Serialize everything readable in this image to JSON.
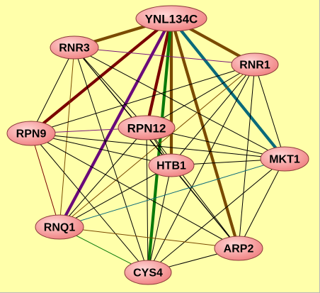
{
  "graph": {
    "background": "#ffffaa",
    "node_fill_light": "#ffd6d6",
    "node_fill_dark": "#f08080",
    "nodes": [
      {
        "id": "YNL134C",
        "label": "YNL134C"
      },
      {
        "id": "RNR3",
        "label": "RNR3"
      },
      {
        "id": "RNR1",
        "label": "RNR1"
      },
      {
        "id": "RPN9",
        "label": "RPN9"
      },
      {
        "id": "RPN12",
        "label": "RPN12"
      },
      {
        "id": "HTB1",
        "label": "HTB1"
      },
      {
        "id": "MKT1",
        "label": "MKT1"
      },
      {
        "id": "RNQ1",
        "label": "RNQ1"
      },
      {
        "id": "ARP2",
        "label": "ARP2"
      },
      {
        "id": "CYS4",
        "label": "CYS4"
      }
    ],
    "edges": [
      {
        "source": "YNL134C",
        "target": "RNR3",
        "color": "#7a4a00",
        "weight": "thick"
      },
      {
        "source": "YNL134C",
        "target": "RNR1",
        "color": "#7a4a00",
        "weight": "thick"
      },
      {
        "source": "YNL134C",
        "target": "RPN9",
        "color": "#7a0000",
        "weight": "thick"
      },
      {
        "source": "YNL134C",
        "target": "RNQ1",
        "color": "#6a0a7a",
        "weight": "thick"
      },
      {
        "source": "YNL134C",
        "target": "RPN12",
        "color": "#7a0000",
        "weight": "thick"
      },
      {
        "source": "YNL134C",
        "target": "HTB1",
        "color": "#7a4a00",
        "weight": "thick"
      },
      {
        "source": "YNL134C",
        "target": "CYS4",
        "color": "#0a7a0a",
        "weight": "thick"
      },
      {
        "source": "YNL134C",
        "target": "MKT1",
        "color": "#0a6a7a",
        "weight": "thick"
      },
      {
        "source": "YNL134C",
        "target": "ARP2",
        "color": "#7a4a00",
        "weight": "thick"
      },
      {
        "source": "RNR3",
        "target": "RNR1",
        "color": "#7a1a7a",
        "weight": "thin"
      },
      {
        "source": "RNR3",
        "target": "RPN9",
        "color": "#000000",
        "weight": "thin"
      },
      {
        "source": "RNR3",
        "target": "RNQ1",
        "color": "#7a4a00",
        "weight": "thin"
      },
      {
        "source": "RNR3",
        "target": "CYS4",
        "color": "#000000",
        "weight": "thin"
      },
      {
        "source": "RNR3",
        "target": "RPN12",
        "color": "#000000",
        "weight": "thin"
      },
      {
        "source": "RNR3",
        "target": "HTB1",
        "color": "#000000",
        "weight": "thin"
      },
      {
        "source": "RNR3",
        "target": "MKT1",
        "color": "#000000",
        "weight": "thin"
      },
      {
        "source": "RNR3",
        "target": "ARP2",
        "color": "#000000",
        "weight": "thin"
      },
      {
        "source": "RNR1",
        "target": "RPN9",
        "color": "#000000",
        "weight": "thin"
      },
      {
        "source": "RNR1",
        "target": "RPN12",
        "color": "#000000",
        "weight": "thin"
      },
      {
        "source": "RNR1",
        "target": "HTB1",
        "color": "#000000",
        "weight": "thin"
      },
      {
        "source": "RNR1",
        "target": "MKT1",
        "color": "#000000",
        "weight": "thin"
      },
      {
        "source": "RNR1",
        "target": "RNQ1",
        "color": "#7a4a00",
        "weight": "thin"
      },
      {
        "source": "RNR1",
        "target": "ARP2",
        "color": "#000000",
        "weight": "thin"
      },
      {
        "source": "RNR1",
        "target": "CYS4",
        "color": "#000000",
        "weight": "thin"
      },
      {
        "source": "RPN9",
        "target": "RPN12",
        "color": "#7a1a7a",
        "weight": "thin"
      },
      {
        "source": "RPN9",
        "target": "HTB1",
        "color": "#000000",
        "weight": "thin"
      },
      {
        "source": "RPN9",
        "target": "MKT1",
        "color": "#000000",
        "weight": "thin"
      },
      {
        "source": "RPN9",
        "target": "RNQ1",
        "color": "#7a0000",
        "weight": "thin"
      },
      {
        "source": "RPN9",
        "target": "ARP2",
        "color": "#000000",
        "weight": "thin"
      },
      {
        "source": "RPN9",
        "target": "CYS4",
        "color": "#000000",
        "weight": "thin"
      },
      {
        "source": "RPN12",
        "target": "HTB1",
        "color": "#000000",
        "weight": "thin"
      },
      {
        "source": "RPN12",
        "target": "MKT1",
        "color": "#000000",
        "weight": "thin"
      },
      {
        "source": "RPN12",
        "target": "RNQ1",
        "color": "#000000",
        "weight": "thin"
      },
      {
        "source": "RPN12",
        "target": "ARP2",
        "color": "#000000",
        "weight": "thin"
      },
      {
        "source": "RPN12",
        "target": "CYS4",
        "color": "#000000",
        "weight": "thin"
      },
      {
        "source": "HTB1",
        "target": "MKT1",
        "color": "#000000",
        "weight": "thin"
      },
      {
        "source": "HTB1",
        "target": "RNQ1",
        "color": "#000000",
        "weight": "thin"
      },
      {
        "source": "HTB1",
        "target": "ARP2",
        "color": "#000000",
        "weight": "thin"
      },
      {
        "source": "HTB1",
        "target": "CYS4",
        "color": "#000000",
        "weight": "thin"
      },
      {
        "source": "MKT1",
        "target": "RNQ1",
        "color": "#0a6a7a",
        "weight": "thin"
      },
      {
        "source": "MKT1",
        "target": "ARP2",
        "color": "#000000",
        "weight": "thin"
      },
      {
        "source": "MKT1",
        "target": "CYS4",
        "color": "#000000",
        "weight": "thin"
      },
      {
        "source": "RNQ1",
        "target": "ARP2",
        "color": "#7a4a00",
        "weight": "thin"
      },
      {
        "source": "RNQ1",
        "target": "CYS4",
        "color": "#0a7a0a",
        "weight": "thin"
      },
      {
        "source": "ARP2",
        "target": "CYS4",
        "color": "#000000",
        "weight": "thin"
      }
    ]
  }
}
